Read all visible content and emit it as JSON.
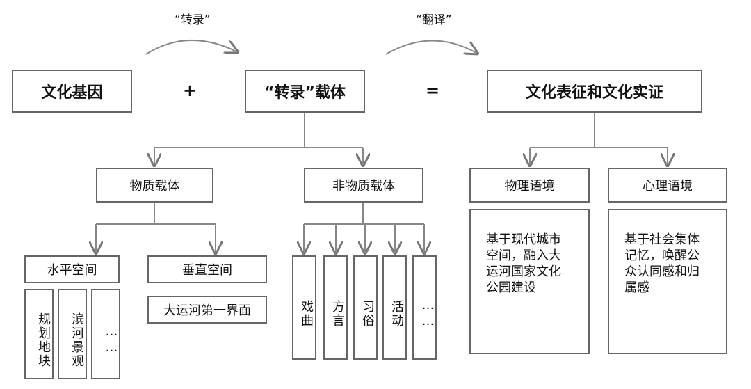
{
  "top": {
    "label_transcribe": "“转录”",
    "label_translate": "“翻译”",
    "gene": "文化基因",
    "plus": "+",
    "carrier": "“转录”载体",
    "equals": "=",
    "result": "文化表征和文化实证"
  },
  "carriers": {
    "material": "物质载体",
    "nonmaterial": "非物质载体"
  },
  "contexts": {
    "physical": "物理语境",
    "psychological": "心理语境",
    "physical_text": [
      "基于现代城市",
      "空间，融入大",
      "运河国家文化",
      "公园建设"
    ],
    "psychological_text": [
      "基于社会集体",
      "记忆，唤醒公",
      "众认同感和归",
      "属感"
    ]
  },
  "material": {
    "horizontal": "水平空间",
    "vertical": "垂直空间",
    "first_interface": "大运河第一界面",
    "horizontal_items": [
      "规划地块",
      "滨河景观",
      "……"
    ]
  },
  "nonmaterial_items": [
    "戏曲",
    "方言",
    "习俗",
    "活动",
    "……"
  ]
}
